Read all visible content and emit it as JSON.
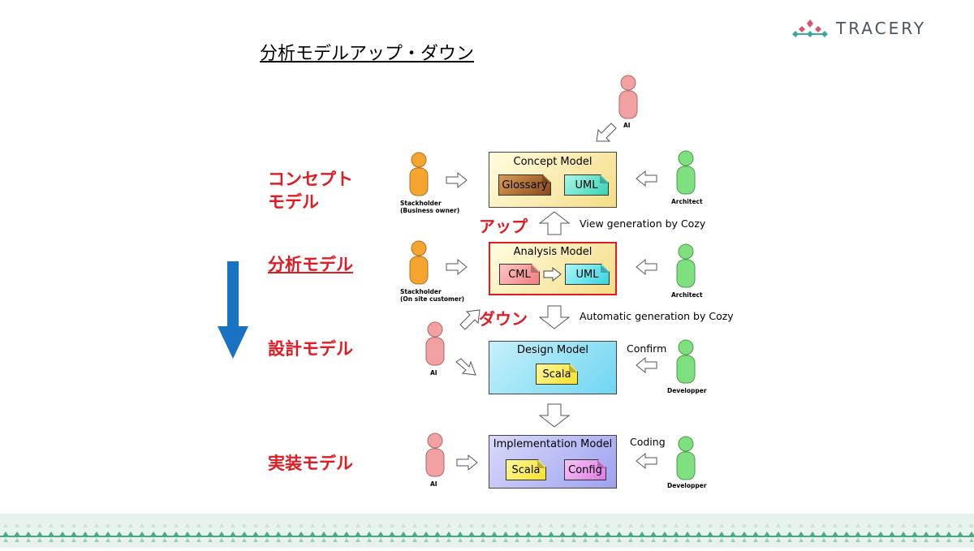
{
  "title": "分析モデルアップ・ダウン",
  "logo": {
    "text": "TRACERY",
    "icon": "tracery-logo-icon"
  },
  "levels": {
    "concept_line1": "コンセプト",
    "concept_line2": "モデル",
    "analysis": "分析モデル",
    "design": "設計モデル",
    "implementation": "実装モデル"
  },
  "models": {
    "concept": {
      "title": "Concept Model",
      "docs": [
        "Glossary",
        "UML"
      ]
    },
    "analysis": {
      "title": "Analysis Model",
      "docs": [
        "CML",
        "UML"
      ]
    },
    "design": {
      "title": "Design Model",
      "docs": [
        "Scala"
      ]
    },
    "implementation": {
      "title": "Implementation Model",
      "docs": [
        "Scala",
        "Config"
      ]
    }
  },
  "actors": {
    "ai_top": "AI",
    "stakeholder_business_1": "Stackholder",
    "stakeholder_business_2": "(Business owner)",
    "architect_concept": "Architect",
    "stakeholder_site_1": "Stackholder",
    "stakeholder_site_2": "(On site customer)",
    "architect_analysis": "Architect",
    "ai_design": "AI",
    "developer_design": "Developper",
    "ai_impl": "AI",
    "developer_impl": "Developper"
  },
  "notes": {
    "up_label": "アップ",
    "up_note": "View generation by Cozy",
    "down_label": "ダウン",
    "down_note": "Automatic generation by Cozy",
    "confirm": "Confirm",
    "coding": "Coding"
  },
  "colors": {
    "accent_red": "#e21b23",
    "arrow_blue": "#1a72c2",
    "person_pink": "#f2a0a0",
    "person_orange": "#f5a52d",
    "person_green": "#7fe07f"
  }
}
